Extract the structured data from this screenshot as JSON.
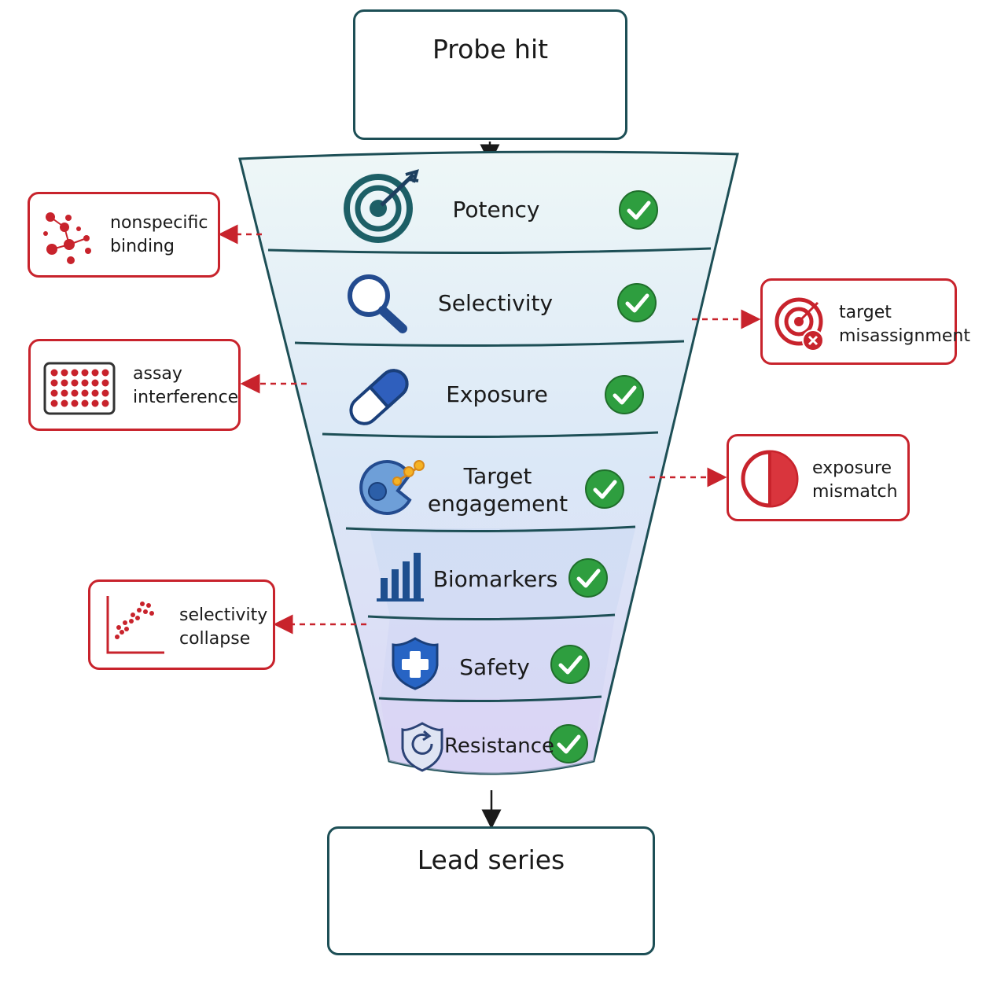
{
  "start_box": {
    "title": "Probe hit"
  },
  "end_box": {
    "title": "Lead series"
  },
  "stages": [
    {
      "label": "Potency",
      "icon": "target-arrow-icon",
      "status": "passed"
    },
    {
      "label": "Selectivity",
      "icon": "magnifier-icon",
      "status": "passed"
    },
    {
      "label": "Exposure",
      "icon": "capsule-icon",
      "status": "passed"
    },
    {
      "label_lines": [
        "Target",
        "engagement"
      ],
      "icon": "cell-binding-icon",
      "status": "passed"
    },
    {
      "label": "Biomarkers",
      "icon": "bar-chart-icon",
      "status": "passed"
    },
    {
      "label": "Safety",
      "icon": "shield-plus-icon",
      "status": "passed"
    },
    {
      "label": "Resistance",
      "icon": "shield-refresh-icon",
      "status": "passed"
    }
  ],
  "callouts": [
    {
      "lines": [
        "nonspecific",
        "binding"
      ],
      "icon": "scattered-dots-icon"
    },
    {
      "lines": [
        "target",
        "misassignment"
      ],
      "icon": "target-error-icon"
    },
    {
      "lines": [
        "assay",
        "interference"
      ],
      "icon": "well-plate-icon"
    },
    {
      "lines": [
        "exposure",
        "mismatch"
      ],
      "icon": "half-circle-icon"
    },
    {
      "lines": [
        "selectivity",
        "collapse"
      ],
      "icon": "scatter-plot-icon"
    }
  ],
  "colors": {
    "teal_border": "#1d4f56",
    "alert_red": "#c8232c",
    "check_green": "#2e9e3f",
    "molecule_orange": "#f5b325",
    "icon_blue": "#234b8f"
  }
}
